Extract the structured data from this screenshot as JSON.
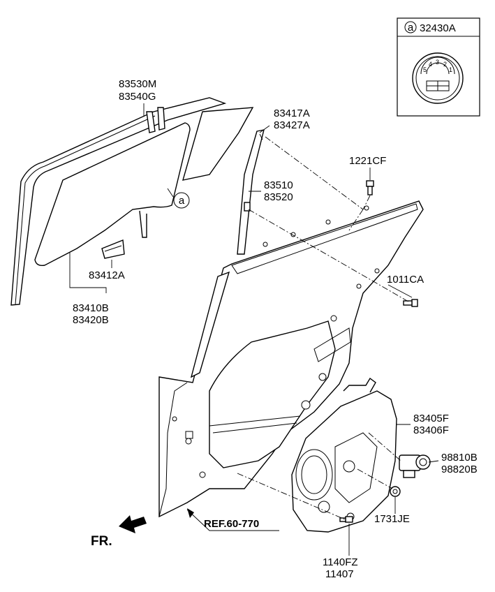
{
  "inset": {
    "marker": "a",
    "part_number": "32430A",
    "dial_numbers": [
      "5",
      "4",
      "3",
      "2",
      "1"
    ]
  },
  "callout_marker": "a",
  "labels": {
    "p83530M": "83530M",
    "p83540G": "83540G",
    "p83417A": "83417A",
    "p83427A": "83427A",
    "p1221CF": "1221CF",
    "p83510": "83510",
    "p83520": "83520",
    "p83412A": "83412A",
    "p83410B": "83410B",
    "p83420B": "83420B",
    "p1011CA": "1011CA",
    "p83405F": "83405F",
    "p83406F": "83406F",
    "p98810B": "98810B",
    "p98820B": "98820B",
    "p1731JE": "1731JE",
    "p1140FZ": "1140FZ",
    "p11407": "11407"
  },
  "ref_label": "REF.60-770",
  "direction_label": "FR."
}
